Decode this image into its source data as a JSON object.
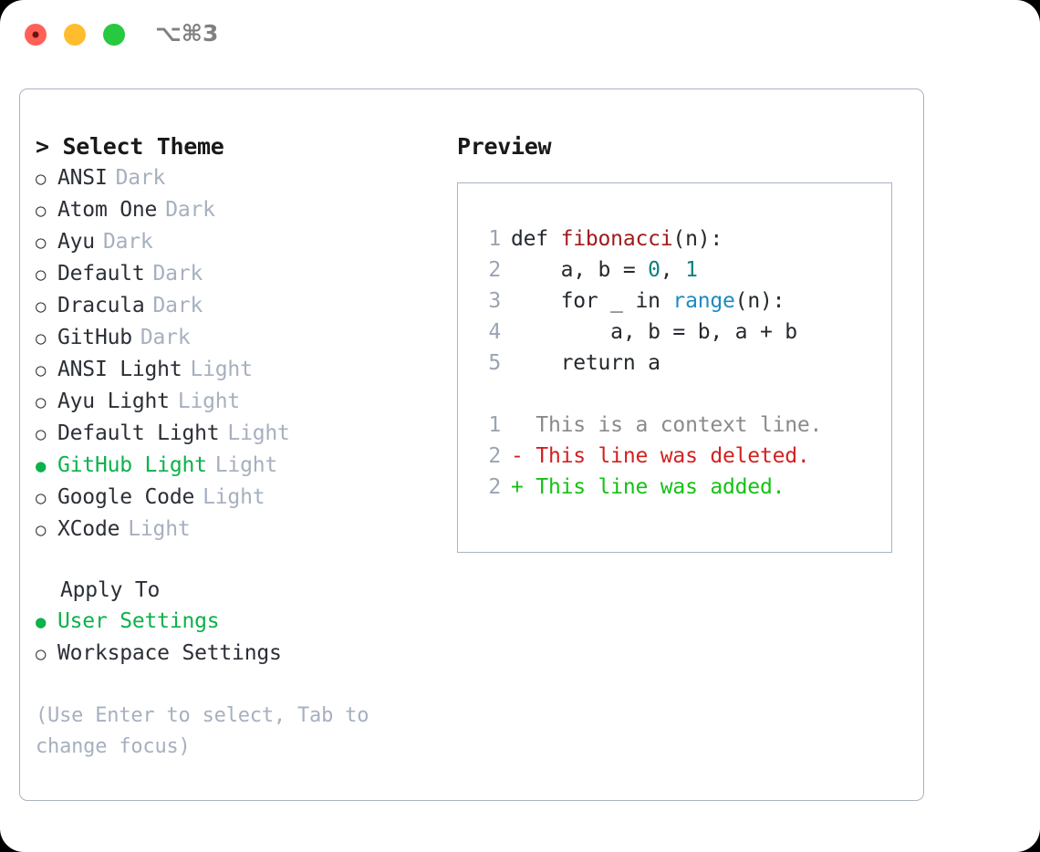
{
  "window": {
    "title": "⌥⌘3",
    "traffic_lights": [
      "close",
      "minimize",
      "maximize"
    ]
  },
  "theme_panel": {
    "header": "> Select Theme",
    "themes": [
      {
        "bullet": "○",
        "name": "ANSI",
        "category": "Dark",
        "selected": false
      },
      {
        "bullet": "○",
        "name": "Atom One",
        "category": "Dark",
        "selected": false
      },
      {
        "bullet": "○",
        "name": "Ayu",
        "category": "Dark",
        "selected": false
      },
      {
        "bullet": "○",
        "name": "Default",
        "category": "Dark",
        "selected": false
      },
      {
        "bullet": "○",
        "name": "Dracula",
        "category": "Dark",
        "selected": false
      },
      {
        "bullet": "○",
        "name": "GitHub",
        "category": "Dark",
        "selected": false
      },
      {
        "bullet": "○",
        "name": "ANSI Light",
        "category": "Light",
        "selected": false
      },
      {
        "bullet": "○",
        "name": "Ayu Light",
        "category": "Light",
        "selected": false
      },
      {
        "bullet": "○",
        "name": "Default Light",
        "category": "Light",
        "selected": false
      },
      {
        "bullet": "●",
        "name": "GitHub Light",
        "category": "Light",
        "selected": true
      },
      {
        "bullet": "○",
        "name": "Google Code",
        "category": "Light",
        "selected": false
      },
      {
        "bullet": "○",
        "name": "XCode",
        "category": "Light",
        "selected": false
      }
    ],
    "apply_to": {
      "title": "Apply To",
      "options": [
        {
          "bullet": "●",
          "name": "User Settings",
          "selected": true
        },
        {
          "bullet": "○",
          "name": "Workspace Settings",
          "selected": false
        }
      ]
    },
    "hint": "(Use Enter to select, Tab to change focus)"
  },
  "preview": {
    "title": "Preview",
    "code_lines": [
      {
        "num": "1",
        "segments": [
          {
            "text": "def ",
            "tok": "plain"
          },
          {
            "text": "fibonacci",
            "tok": "fn"
          },
          {
            "text": "(n):",
            "tok": "plain"
          }
        ]
      },
      {
        "num": "2",
        "segments": [
          {
            "text": "    a, b = ",
            "tok": "plain"
          },
          {
            "text": "0",
            "tok": "num"
          },
          {
            "text": ", ",
            "tok": "plain"
          },
          {
            "text": "1",
            "tok": "num"
          }
        ]
      },
      {
        "num": "3",
        "segments": [
          {
            "text": "    for _ in ",
            "tok": "plain"
          },
          {
            "text": "range",
            "tok": "builtin"
          },
          {
            "text": "(n):",
            "tok": "plain"
          }
        ]
      },
      {
        "num": "4",
        "segments": [
          {
            "text": "        a, b = b, a + b",
            "tok": "plain"
          }
        ]
      },
      {
        "num": "5",
        "segments": [
          {
            "text": "    return a",
            "tok": "plain"
          }
        ]
      }
    ],
    "diff_lines": [
      {
        "num": "1",
        "marker": "  ",
        "text": "This is a context line.",
        "kind": "context"
      },
      {
        "num": "2",
        "marker": "- ",
        "text": "This line was deleted.",
        "kind": "delete"
      },
      {
        "num": "2",
        "marker": "+ ",
        "text": "This line was added.",
        "kind": "add"
      }
    ]
  },
  "colors": {
    "accent_green": "#0bb24a",
    "diff_add": "#14c214",
    "diff_delete": "#d32020",
    "border": "#a9b3c2",
    "muted": "#a6b0bf",
    "function": "#a01b1b",
    "number": "#0d7f7f",
    "builtin": "#1f8ac0"
  }
}
